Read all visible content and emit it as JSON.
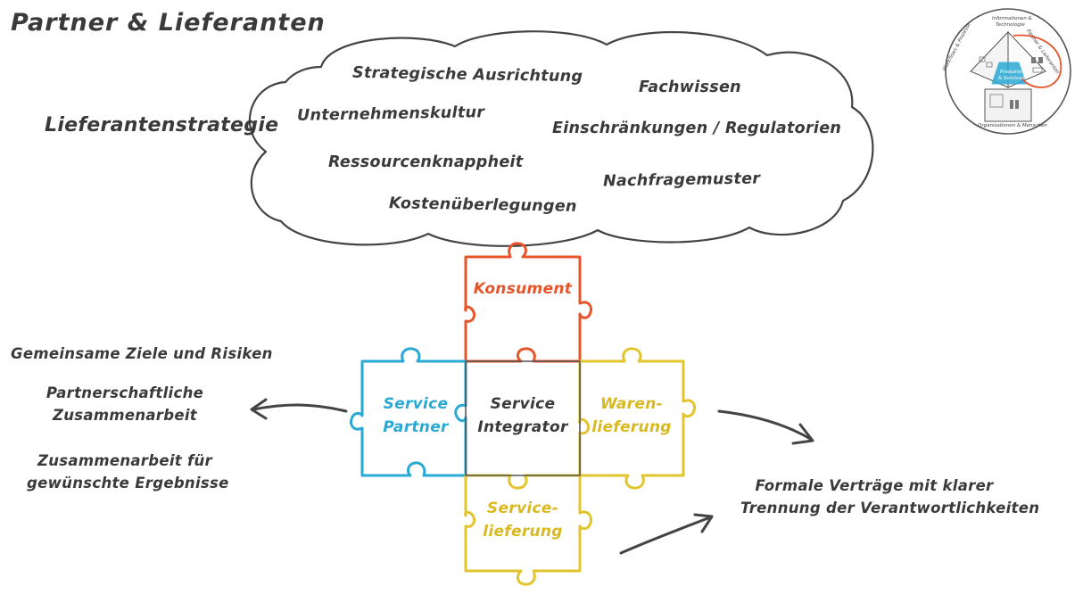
{
  "title": "Partner & Lieferanten",
  "strategy_label": "Lieferantenstrategie",
  "cloud_items": [
    "Strategische Ausrichtung",
    "Fachwissen",
    "Unternehmenskultur",
    "Einschränkungen / Regulatorien",
    "Ressourcenknappheit",
    "Nachfragemuster",
    "Kostenüberlegungen"
  ],
  "puzzle": {
    "top": {
      "label": "Konsument",
      "color": "#e8542a"
    },
    "left": {
      "line1": "Service",
      "line2": "Partner",
      "color": "#2aa9d4"
    },
    "center": {
      "line1": "Service",
      "line2": "Integrator",
      "color": "#3a3a3a"
    },
    "right": {
      "line1": "Waren-",
      "line2": "lieferung",
      "color": "#e2c42c"
    },
    "bottom": {
      "line1": "Service-",
      "line2": "lieferung",
      "color": "#e2c42c"
    }
  },
  "left_items": [
    "Gemeinsame Ziele und Risiken",
    "Partnerschaftliche",
    "Zusammenarbeit",
    "Zusammenarbeit für",
    "gewünschte Ergebnisse"
  ],
  "right_items": [
    "Formale Verträge mit klarer",
    "Trennung der Verantwortlichkeiten"
  ],
  "emblem": {
    "top": "Informationen &",
    "top2": "Technologie",
    "left": "Workflows & Prozesse",
    "right": "Partner & Lieferanten",
    "center": "Produkte",
    "center2": "& Services",
    "bottom": "Organisationen & Menschen"
  }
}
